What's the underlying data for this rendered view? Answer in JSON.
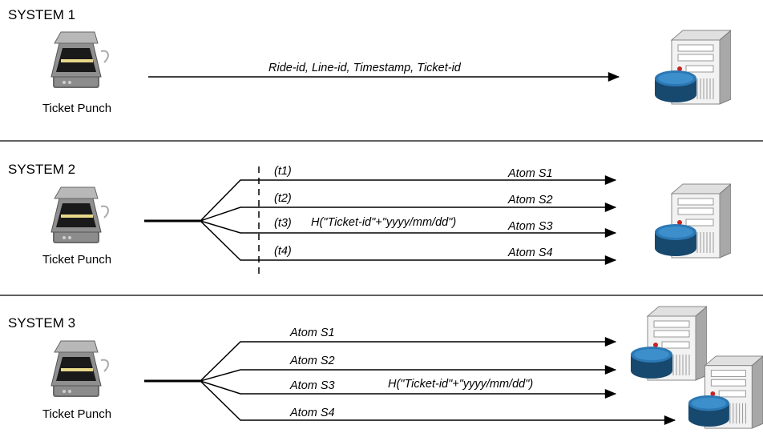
{
  "systems": [
    {
      "title": "SYSTEM 1",
      "device_label": "Ticket Punch",
      "message": "Ride-id, Line-id, Timestamp, Ticket-id"
    },
    {
      "title": "SYSTEM 2",
      "device_label": "Ticket Punch",
      "times": [
        "(t1)",
        "(t2)",
        "(t3)",
        "(t4)"
      ],
      "hash_label": "H(\"Ticket-id\"+\"yyyy/mm/dd\")",
      "atoms": [
        "Atom S1",
        "Atom S2",
        "Atom S3",
        "Atom S4"
      ]
    },
    {
      "title": "SYSTEM 3",
      "device_label": "Ticket Punch",
      "atoms": [
        "Atom S1",
        "Atom S2",
        "Atom S3",
        "Atom S4"
      ],
      "hash_label": "H(\"Ticket-id\"+\"yyyy/mm/dd\")"
    }
  ],
  "icons": {
    "device": "scanner-icon",
    "server": "server-database-icon"
  }
}
